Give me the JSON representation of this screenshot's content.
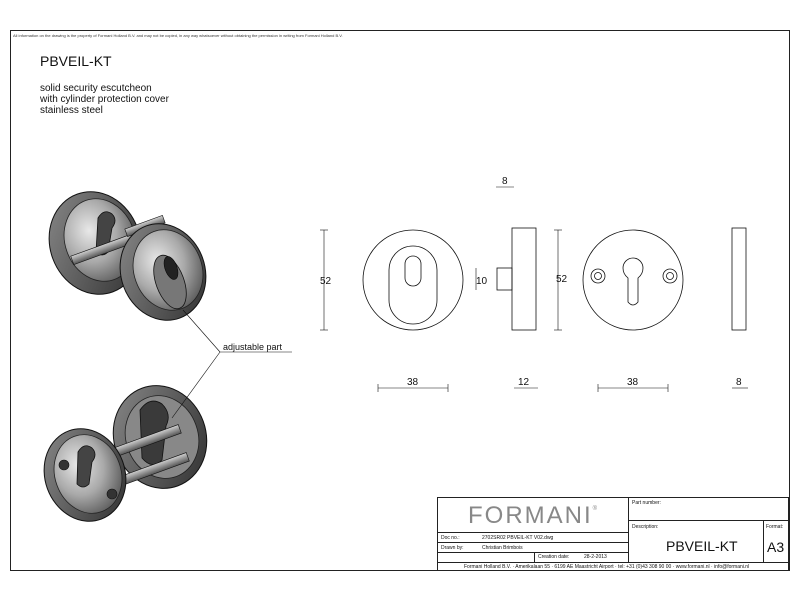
{
  "disclaimer": "All information on the drawing is the property of Formani Holland B.V. and may not be copied, in any way whatsoever without obtaining the permission in writing from Formani Holland B.V.",
  "title": "PBVEIL-KT",
  "description": [
    "solid security escutcheon",
    "with cylinder protection cover",
    "stainless steel"
  ],
  "annotation": "adjustable part",
  "dimensions": {
    "top_width": "8",
    "front_height": "52",
    "front_width": "38",
    "side_protrusion": "10",
    "side_width": "12",
    "back_height": "52",
    "back_width": "38",
    "back_side_width": "8"
  },
  "title_block": {
    "brand": "FORMANI",
    "brand_mark": "®",
    "part_number_label": "Part number:",
    "description_label": "Description:",
    "format_label": "Format:",
    "doc_no_label": "Doc no.:",
    "doc_no": "2702SR02 PBVEIL-KT V02.dwg",
    "drawn_by_label": "Drawn by:",
    "drawn_by": "Christian Brimbois",
    "creation_date_label": "Creation date:",
    "creation_date": "28-2-2013",
    "description": "PBVEIL-KT",
    "format": "A3",
    "company_footer": "Formani Holland B.V. · Amerikalaan 55 · 6199 AE Maastricht Airport · tel: +31 (0)43 308 90 00 · www.formani.nl · info@formani.nl"
  }
}
